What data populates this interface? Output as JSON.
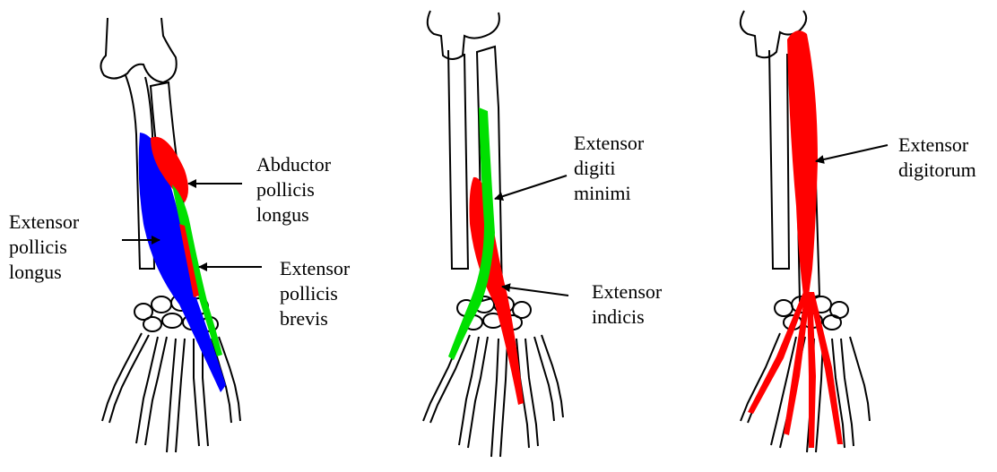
{
  "colors": {
    "red": "#ff0000",
    "green": "#00e000",
    "blue": "#0000ff",
    "bone_outline": "#000000",
    "background": "#ffffff"
  },
  "labels": {
    "abductor_pollicis_longus": [
      "Abductor",
      "pollicis",
      "longus"
    ],
    "extensor_pollicis_longus": [
      "Extensor",
      "pollicis",
      "longus"
    ],
    "extensor_pollicis_brevis": [
      "Extensor",
      "pollicis",
      "brevis"
    ],
    "extensor_digiti_minimi": [
      "Extensor",
      "digiti",
      "minimi"
    ],
    "extensor_indicis": [
      "Extensor",
      "indicis"
    ],
    "extensor_digitorum": [
      "Extensor",
      "digitorum"
    ]
  }
}
